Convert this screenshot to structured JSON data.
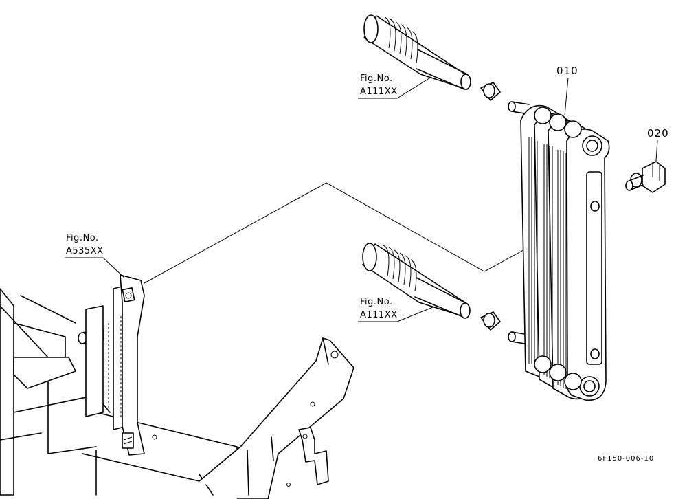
{
  "diagram": {
    "callouts": {
      "hose_upper": {
        "fig_label": "Fig.No.",
        "fig_code": "A111XX"
      },
      "hose_lower": {
        "fig_label": "Fig.No.",
        "fig_code": "A111XX"
      },
      "bracket": {
        "fig_label": "Fig.No.",
        "fig_code": "A535XX"
      },
      "oil_cooler": {
        "part_no": "010"
      },
      "fitting": {
        "part_no": "020"
      }
    },
    "drawing_code": "6F150-006-10"
  }
}
